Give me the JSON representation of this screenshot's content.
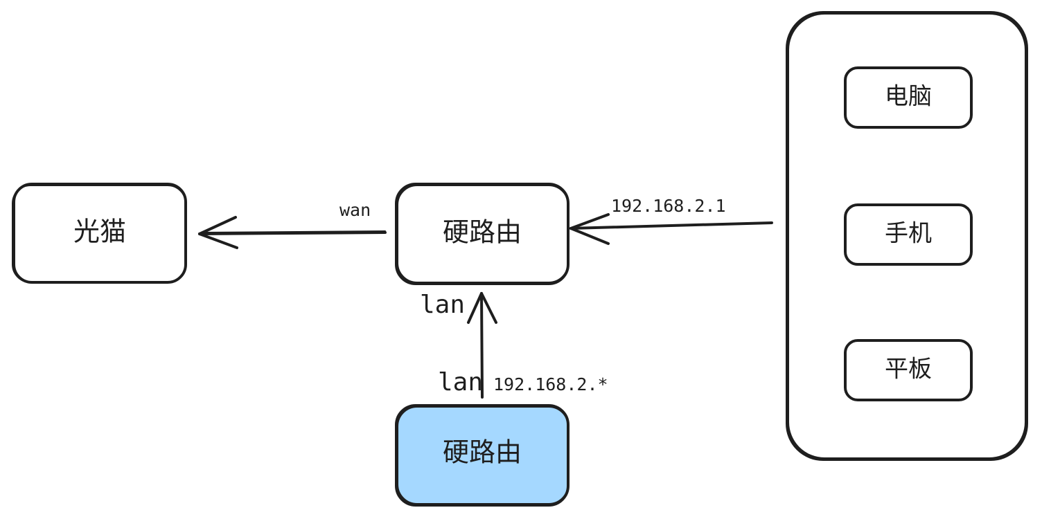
{
  "nodes": {
    "optical_modem": {
      "label": "光猫"
    },
    "main_router": {
      "label": "硬路由"
    },
    "secondary_router": {
      "label": "硬路由",
      "fill_color": "#a5d8ff"
    },
    "devices_group": {
      "items": [
        {
          "label": "电脑"
        },
        {
          "label": "手机"
        },
        {
          "label": "平板"
        }
      ]
    }
  },
  "edges": {
    "main_to_modem": {
      "label": "wan"
    },
    "devices_to_main": {
      "label": "192.168.2.1"
    },
    "secondary_to_main": {
      "top_label": "lan",
      "bottom_label": "lan",
      "ip_label": "192.168.2.*"
    }
  },
  "colors": {
    "stroke": "#1e1e1e",
    "highlight_fill": "#a5d8ff",
    "background": "#ffffff"
  }
}
